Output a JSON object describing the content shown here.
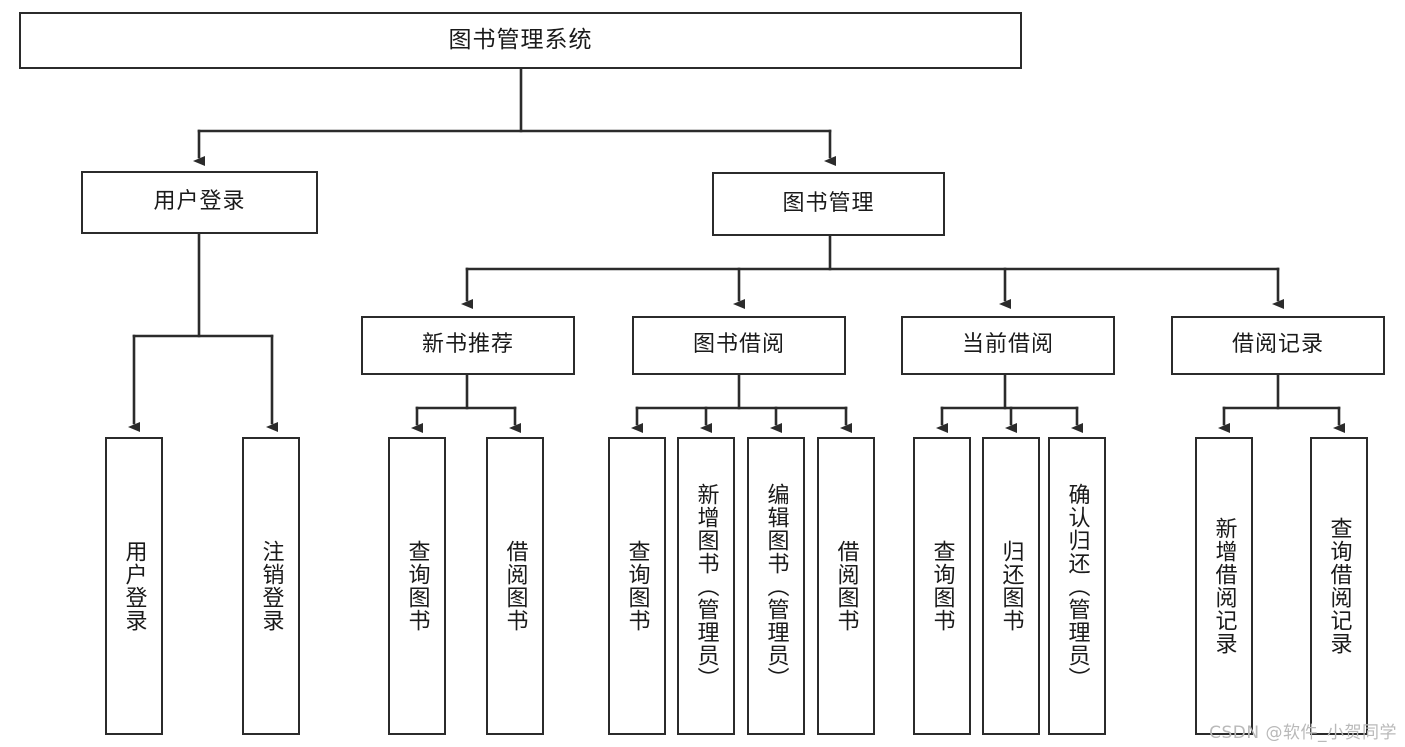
{
  "diagram": {
    "type": "tree-hierarchy",
    "title": "图书管理系统",
    "watermark": "CSDN @软件_小贺同学",
    "colors": {
      "background": "#ffffff",
      "node_border": "#2b2b2b",
      "node_fill": "#ffffff",
      "edge": "#2b2b2b",
      "text": "#1a1a1a",
      "watermark": "#b9b9b9"
    },
    "levels": {
      "root": {
        "label": "图书管理系统"
      },
      "level2": [
        {
          "id": "user-login",
          "label": "用户登录"
        },
        {
          "id": "book-manage",
          "label": "图书管理"
        }
      ],
      "level3": [
        {
          "id": "new-book-recommend",
          "label": "新书推荐",
          "parent": "book-manage"
        },
        {
          "id": "book-borrow",
          "label": "图书借阅",
          "parent": "book-manage"
        },
        {
          "id": "current-borrow",
          "label": "当前借阅",
          "parent": "book-manage"
        },
        {
          "id": "borrow-record",
          "label": "借阅记录",
          "parent": "book-manage"
        }
      ],
      "leaves": [
        {
          "id": "leaf-user-login",
          "label": "用户登录",
          "parent": "user-login"
        },
        {
          "id": "leaf-user-logout",
          "label": "注销登录",
          "parent": "user-login"
        },
        {
          "id": "leaf-rec-query",
          "label": "查询图书",
          "parent": "new-book-recommend"
        },
        {
          "id": "leaf-rec-borrow",
          "label": "借阅图书",
          "parent": "new-book-recommend"
        },
        {
          "id": "leaf-borrow-query",
          "label": "查询图书",
          "parent": "book-borrow"
        },
        {
          "id": "leaf-borrow-add",
          "label": "新增图书（管理员）",
          "parent": "book-borrow"
        },
        {
          "id": "leaf-borrow-edit",
          "label": "编辑图书（管理员）",
          "parent": "book-borrow"
        },
        {
          "id": "leaf-borrow-lend",
          "label": "借阅图书",
          "parent": "book-borrow"
        },
        {
          "id": "leaf-cur-query",
          "label": "查询图书",
          "parent": "current-borrow"
        },
        {
          "id": "leaf-cur-return",
          "label": "归还图书",
          "parent": "current-borrow"
        },
        {
          "id": "leaf-cur-confirm",
          "label": "确认归还（管理员）",
          "parent": "current-borrow"
        },
        {
          "id": "leaf-rec-add",
          "label": "新增借阅记录",
          "parent": "borrow-record"
        },
        {
          "id": "leaf-rec-query-record",
          "label": "查询借阅记录",
          "parent": "borrow-record"
        }
      ]
    }
  }
}
